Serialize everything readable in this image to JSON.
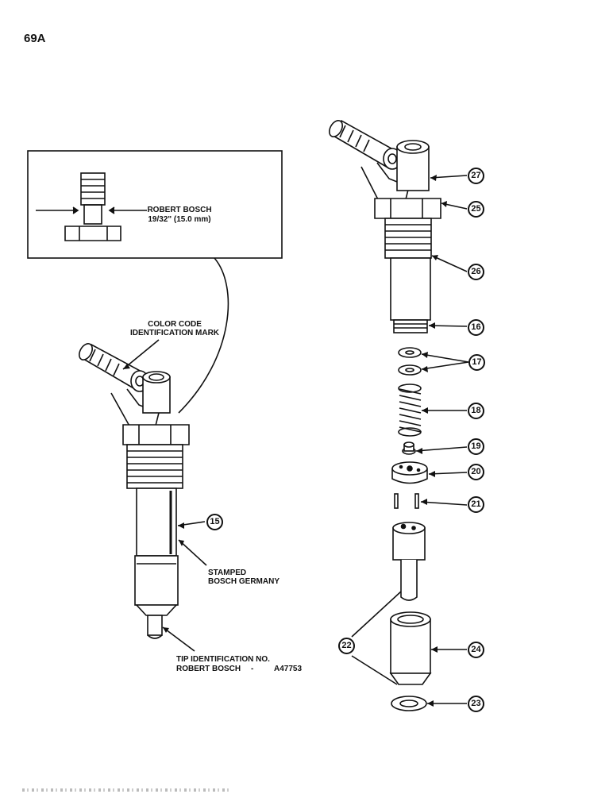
{
  "page_number": "69A",
  "inset": {
    "label_name": "ROBERT BOSCH",
    "label_dimension": "19/32\" (15.0 mm)"
  },
  "labels": {
    "color_code_line1": "COLOR CODE",
    "color_code_line2": "IDENTIFICATION MARK",
    "stamped_line1": "STAMPED",
    "stamped_line2": "BOSCH GERMANY",
    "tip_id_line1": "TIP IDENTIFICATION NO.",
    "tip_id_line2": "ROBERT BOSCH",
    "tip_id_dash": "-",
    "part_code": "A47753"
  },
  "callouts": {
    "c15": "15",
    "c16": "16",
    "c17": "17",
    "c18": "18",
    "c19": "19",
    "c20": "20",
    "c21": "21",
    "c22": "22",
    "c23": "23",
    "c24": "24",
    "c25": "25",
    "c26": "26",
    "c27": "27"
  },
  "colors": {
    "ink": "#111111",
    "paper": "#ffffff"
  }
}
